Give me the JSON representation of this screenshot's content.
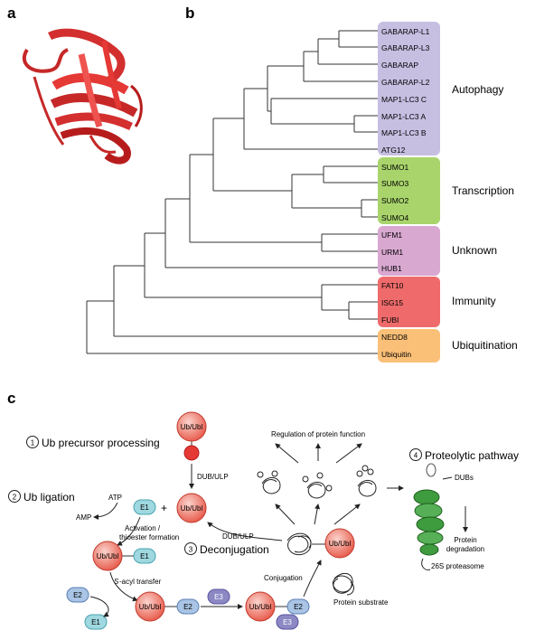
{
  "panels": {
    "a": "a",
    "b": "b",
    "c": "c"
  },
  "tree": {
    "leaves": [
      "GABARAP-L1",
      "GABARAP-L3",
      "GABARAP",
      "GABARAP-L2",
      "MAP1-LC3 C",
      "MAP1-LC3 A",
      "MAP1-LC3 B",
      "ATG12",
      "SUMO1",
      "SUMO3",
      "SUMO2",
      "SUMO4",
      "UFM1",
      "URM1",
      "HUB1",
      "FAT10",
      "ISG15",
      "FUBI",
      "NEDD8",
      "Ubiquitin"
    ],
    "groups": [
      {
        "name": "Autophagy",
        "color": "#c6bfe2"
      },
      {
        "name": "Transcription",
        "color": "#a9d46b"
      },
      {
        "name": "Unknown",
        "color": "#d9a8d1"
      },
      {
        "name": "Immunity",
        "color": "#ef6b6b"
      },
      {
        "name": "Ubiquitination",
        "color": "#fbc078"
      }
    ]
  },
  "pathway": {
    "step1": "Ub precursor processing",
    "step2": "Ub ligation",
    "step3": "Deconjugation",
    "step4": "Proteolytic pathway",
    "num1": "1",
    "num2": "2",
    "num3": "3",
    "num4": "4",
    "ub": "Ub/Ubl",
    "plus": "+",
    "dub_ulp_1": "DUB/ULP",
    "dub_ulp_2": "DUB/ULP",
    "atp": "ATP",
    "amp": "AMP",
    "e1": "E1",
    "e2": "E2",
    "e3": "E3",
    "activation_1": "Activation /",
    "activation_2": "thioester formation",
    "sacyl_s": "S",
    "sacyl_rest": "-acyl transfer",
    "conjugation": "Conjugation",
    "regulation": "Regulation of protein function",
    "protein_substrate": "Protein substrate",
    "dubs": "DUBs",
    "degradation_1": "Protein",
    "degradation_2": "degradation",
    "proteasome": "26S proteasome",
    "colors": {
      "ub": "#ee6b5e",
      "e1": "#9fd8e0",
      "e2": "#a9c4e4",
      "e3": "#8c88c4",
      "proteasome": "#3e9b3e"
    }
  }
}
